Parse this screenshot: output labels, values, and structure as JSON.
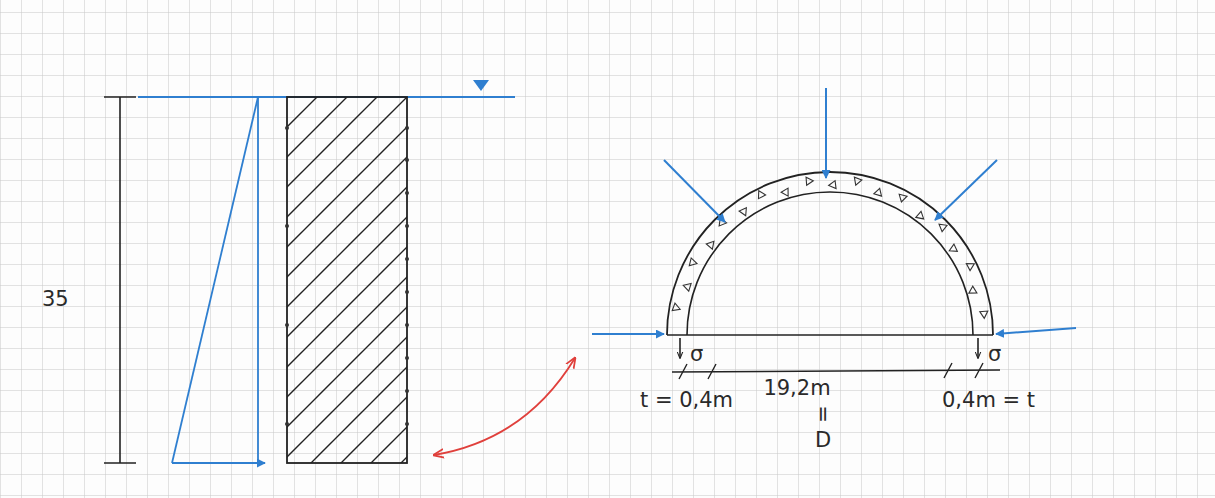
{
  "diagram": {
    "labels": [
      "35",
      "σ",
      "σ",
      "t = 0,4m",
      "19,2m",
      "=",
      "D",
      "0,4m = t"
    ]
  }
}
